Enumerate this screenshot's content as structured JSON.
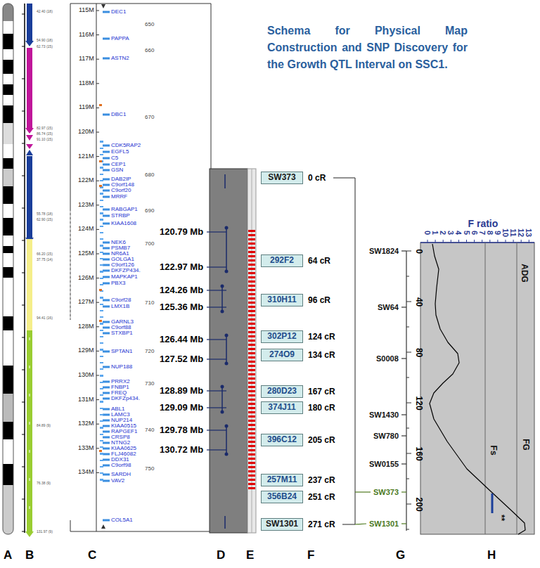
{
  "diagram": {
    "title": "Schema for Physical Map Construction and SNP Discovery for the Growth QTL Interval on SSC1.",
    "nodes": [
      {
        "text": [
          "SW373"
        ]
      },
      {
        "text": [
          "292F2"
        ]
      },
      {
        "text": [
          "310H11"
        ]
      },
      {
        "text": [
          "302P12"
        ]
      },
      {
        "text": [
          "274O9"
        ]
      },
      {
        "text": [
          "280D23"
        ]
      },
      {
        "text": [
          "374J11"
        ]
      },
      {
        "text": [
          "396C12"
        ]
      },
      {
        "text": [
          "257M11"
        ]
      },
      {
        "text": [
          "356B24"
        ]
      },
      {
        "text": [
          "SW1301"
        ]
      }
    ],
    "labels": [
      "A",
      "B",
      "C",
      "D",
      "E",
      "F",
      "G",
      "H",
      "115M",
      "116M",
      "117M",
      "118M",
      "119M",
      "120M",
      "121M",
      "122M",
      "123M",
      "124M",
      "125M",
      "126M",
      "127M",
      "128M",
      "129M",
      "130M",
      "131M",
      "132M",
      "133M",
      "134M",
      "DEC1",
      "PAPPA",
      "ASTN2",
      "DBC1",
      "CDK5RAP2",
      "EGFL5",
      "C5",
      "CEP1",
      "GSN",
      "DAB2IP",
      "C9orf148",
      "C9orf20",
      "MRRF",
      "RABGAP1",
      "STRBP",
      "KIAA1608",
      "NEK6",
      "PSMB7",
      "NR6A1",
      "GOLGA1",
      "C9orf126",
      "DKFZP434.",
      "MAPKAP1",
      "PBX3",
      "C9orf28",
      "LMX1B",
      "GARNL3",
      "C9orf88",
      "STXBP1",
      "SPTAN1",
      "NUP188",
      "PRRX2",
      "FNBP1",
      "FREQ",
      "DKFZp434.",
      "ABL1",
      "LAMC3",
      "NUP214",
      "KIAA0515",
      "RAPGEF1",
      "CRSP8",
      "NTNG2",
      "KIAA0625",
      "FLJ46082",
      "DDX31",
      "C9orf98",
      "SARDH",
      "VAV2",
      "COL5A1",
      "650",
      "660",
      "670",
      "680",
      "690",
      "700",
      "710",
      "720",
      "730",
      "740",
      "750",
      "120.79 Mb",
      "122.97 Mb",
      "124.26 Mb",
      "125.36 Mb",
      "126.44 Mb",
      "127.52 Mb",
      "128.89 Mb",
      "129.09 Mb",
      "129.78 Mb",
      "130.72 Mb",
      "0 cR",
      "64 cR",
      "96 cR",
      "124 cR",
      "134 cR",
      "167 cR",
      "180 cR",
      "205 cR",
      "237 cR",
      "251 cR",
      "271 cR",
      "SW1824",
      "SW64",
      "S0008",
      "SW1430",
      "SW780",
      "SW0155",
      "SW373",
      "SW1301",
      "0",
      "40",
      "80",
      "120",
      "160",
      "200",
      "F ratio",
      "0",
      "1",
      "2",
      "3",
      "4",
      "5",
      "6",
      "7",
      "8",
      "9",
      "10",
      "11",
      "12",
      "13",
      "ADG",
      "Fs",
      "FG",
      "**",
      "42.40 (18)",
      "54.90 (18)",
      "62.73 (15)",
      "82.97 (15)",
      "86.74 (15)",
      "91.10 (15)",
      "55.78 (18)",
      "62.90 (15)",
      "66.20 (15)",
      "37.75 (14)",
      "94.41 (16)",
      "84.89 (9)",
      "76.38 (9)",
      "131.97 (9)"
    ]
  }
}
